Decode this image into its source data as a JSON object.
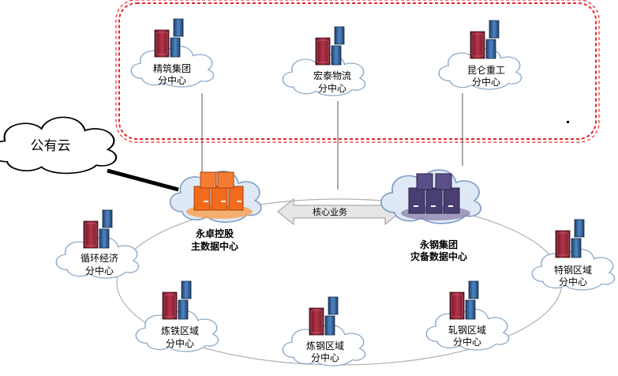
{
  "public_cloud": {
    "label": "公有云"
  },
  "core_link": {
    "label": "核心业务"
  },
  "main_center": {
    "line1": "永卓控股",
    "line2": "主数据中心"
  },
  "backup_center": {
    "line1": "永钢集团",
    "line2": "灾备数据中心"
  },
  "top_branches": [
    {
      "line1": "精筑集团",
      "line2": "分中心"
    },
    {
      "line1": "宏泰物流",
      "line2": "分中心"
    },
    {
      "line1": "昆仑重工",
      "line2": "分中心"
    }
  ],
  "ring_branches": [
    {
      "line1": "循环经济",
      "line2": "分中心"
    },
    {
      "line1": "炼铁区域",
      "line2": "分中心"
    },
    {
      "line1": "炼钢区域",
      "line2": "分中心"
    },
    {
      "line1": "轧钢区域",
      "line2": "分中心"
    },
    {
      "line1": "特钢区域",
      "line2": "分中心"
    }
  ],
  "colors": {
    "dashed_border": "#e8262b",
    "main_server": "#f26a1b",
    "backup_server": "#4a3f73",
    "branch_server": "#9c2b3c",
    "branch_server_small": "#3a6fb0"
  },
  "icons": {
    "cloud": "cloud-icon",
    "server": "server-rack-icon"
  }
}
